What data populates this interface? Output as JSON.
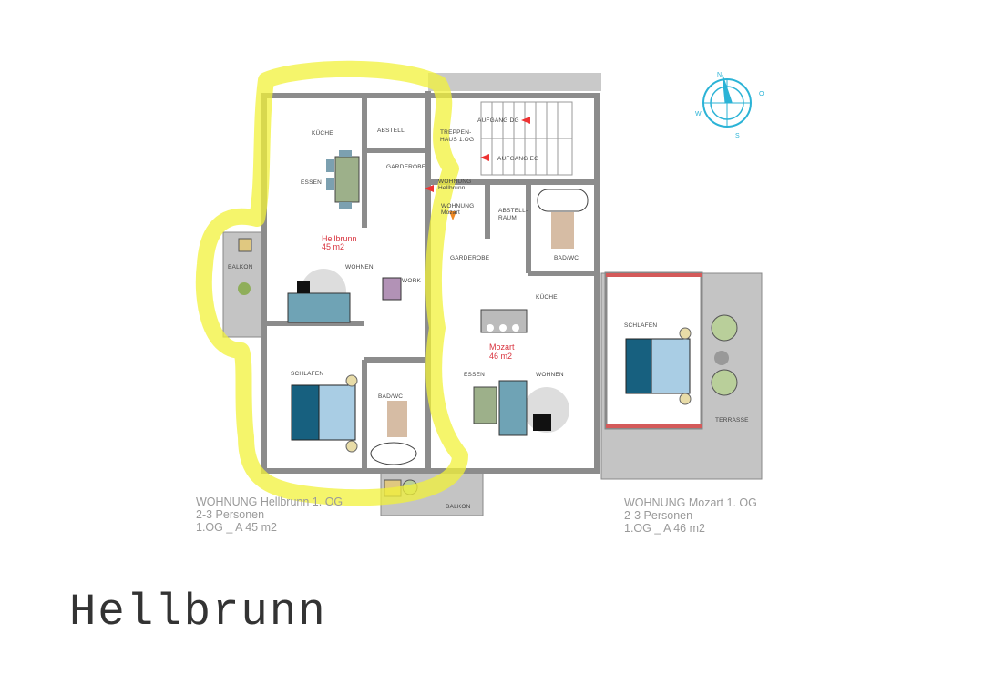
{
  "plan": {
    "rooms": {
      "kueche_h": "KÜCHE",
      "abstell": "ABSTELL",
      "garderobe_h": "GARDEROBE",
      "essen_h": "ESSEN",
      "treppenhaus_1": "TREPPEN-",
      "treppenhaus_2": "HAUS 1.OG",
      "aufgang_dg": "AUFGANG DG",
      "aufgang_eg": "AUFGANG EG",
      "wohnung_h_1": "WOHNUNG",
      "wohnung_h_2": "Hellbrunn",
      "wohnung_m_1": "WOHNUNG",
      "wohnung_m_2": "Mozart",
      "abstellraum_1": "ABSTELL-",
      "abstellraum_2": "RAUM",
      "wohnen_h": "WOHNEN",
      "garderobe_m": "GARDEROBE",
      "badwc_m": "BAD/WC",
      "work": "WORK",
      "kueche_m": "KÜCHE",
      "balkon_left": "BALKON",
      "schlafen_m": "SCHLAFEN",
      "schlafen_h": "SCHLAFEN",
      "badwc_h": "BAD/WC",
      "essen_m": "ESSEN",
      "wohnen_m": "WOHNEN",
      "terrasse": "TERRASSE",
      "balkon_bottom": "BALKON"
    },
    "hellbrunn_name": "Hellbrunn",
    "hellbrunn_area": "45 m2",
    "mozart_name": "Mozart",
    "mozart_area": "46 m2",
    "compass": {
      "n": "N",
      "s": "S",
      "w": "W",
      "o": "O"
    }
  },
  "captions": {
    "hellbrunn": [
      "WOHNUNG Hellbrunn 1. OG",
      "2-3 Personen",
      "1.OG _ A 45 m2"
    ],
    "mozart": [
      "WOHNUNG Mozart 1. OG",
      "2-3 Personen",
      "1.OG _ A 46 m2"
    ]
  },
  "page_title": "Hellbrunn",
  "colors": {
    "highlight": "#f2f23a",
    "area_label": "#d9343f",
    "compass": "#2bb3d6",
    "wall": "#8c8c8c"
  }
}
